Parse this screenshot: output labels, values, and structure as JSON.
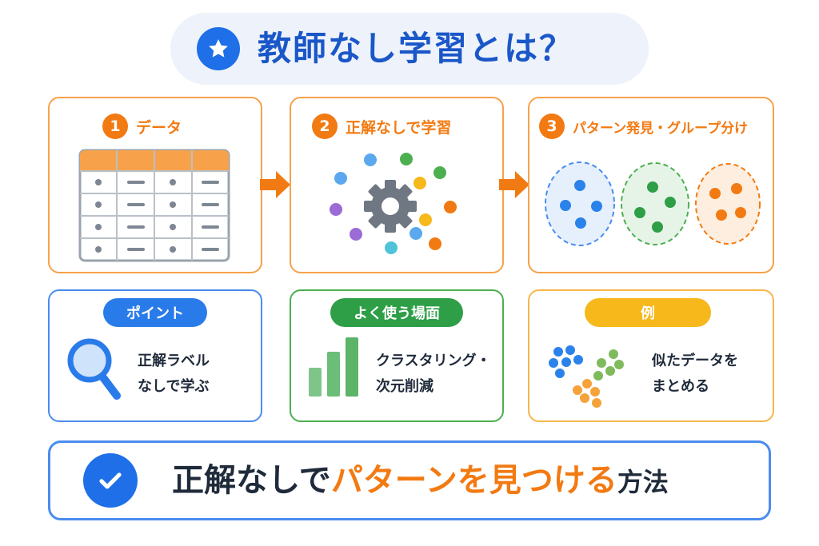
{
  "title": {
    "text": "教師なし学習とは？",
    "icon": "star-icon"
  },
  "steps": [
    {
      "num": "1",
      "label": "データ"
    },
    {
      "num": "2",
      "label": "正解なしで学習"
    },
    {
      "num": "3",
      "label": "パターン発見・グループ分け"
    }
  ],
  "cards": {
    "point": {
      "badge": "ポイント",
      "line1": "正解ラベル",
      "line2": "なしで学ぶ",
      "icon": "magnifier-icon"
    },
    "usage": {
      "badge": "よく使う場面",
      "line1": "クラスタリング・",
      "line2": "次元削減",
      "icon": "bar-chart-icon"
    },
    "example": {
      "badge": "例",
      "line1": "似たデータを",
      "line2": "まとめる",
      "icon": "scatter-dots-icon"
    }
  },
  "summary": {
    "part1": "正解なしで",
    "part2": "パターンを見つける",
    "part3": "方法",
    "icon": "check-icon"
  },
  "colors": {
    "blue": "#1e6fe8",
    "orange": "#f27a12",
    "green": "#2e9e47",
    "yellow": "#f6b81a"
  }
}
